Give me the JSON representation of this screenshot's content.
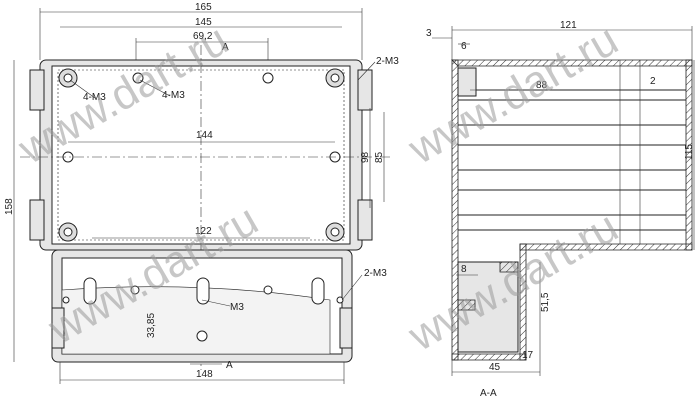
{
  "front_view": {
    "width_overall": "165",
    "width_inner": "145",
    "screw_span_top": "69,2",
    "span_mid": "144",
    "span_bottom": "122",
    "terminal_width": "148",
    "section_mark": "A",
    "thread_4m3": "4-M3",
    "thread_2m3_top": "2-M3",
    "thread_m3_center": "4-M3",
    "thread_2m3_bottom": "2-M3",
    "thread_m3_low": "M3",
    "height_overall": "158",
    "height_98": "98",
    "height_85": "85",
    "dim_33_85": "33,85"
  },
  "section_view": {
    "depth_overall": "121",
    "offset_3": "3",
    "dim_6": "6",
    "dim_88": "88",
    "dim_2": "2",
    "height_115": "115",
    "dim_8": "8",
    "dim_51_5": "51,5",
    "dim_45": "45",
    "dim_17": "17",
    "section_label": "A-A"
  },
  "watermark": "www.dart.ru"
}
